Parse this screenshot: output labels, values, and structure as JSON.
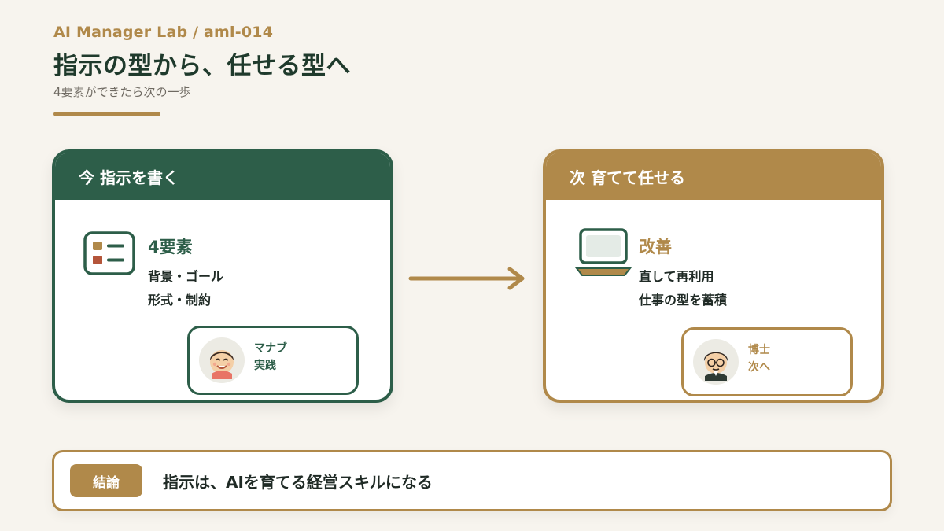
{
  "header": {
    "kicker": "AI Manager Lab / aml-014",
    "title": "指示の型から、任せる型へ",
    "subtitle": "4要素ができたら次の一歩"
  },
  "cards": {
    "now": {
      "header": "今 指示を書く",
      "title": "4要素",
      "lines": [
        "背景・ゴール",
        "形式・制約"
      ],
      "person": {
        "name": "マナブ",
        "note": "実践"
      },
      "icon": "checklist-icon"
    },
    "next": {
      "header": "次 育てて任せる",
      "title": "改善",
      "lines": [
        "直して再利用",
        "仕事の型を蓄積"
      ],
      "person": {
        "name": "博士",
        "note": "次へ"
      },
      "icon": "laptop-icon"
    }
  },
  "conclusion": {
    "badge": "結論",
    "text": "指示は、AIを育てる経営スキルになる"
  },
  "colors": {
    "green": "#2d5e49",
    "gold": "#b0894a",
    "background": "#f7f4ee",
    "accent_red": "#b4553a"
  }
}
